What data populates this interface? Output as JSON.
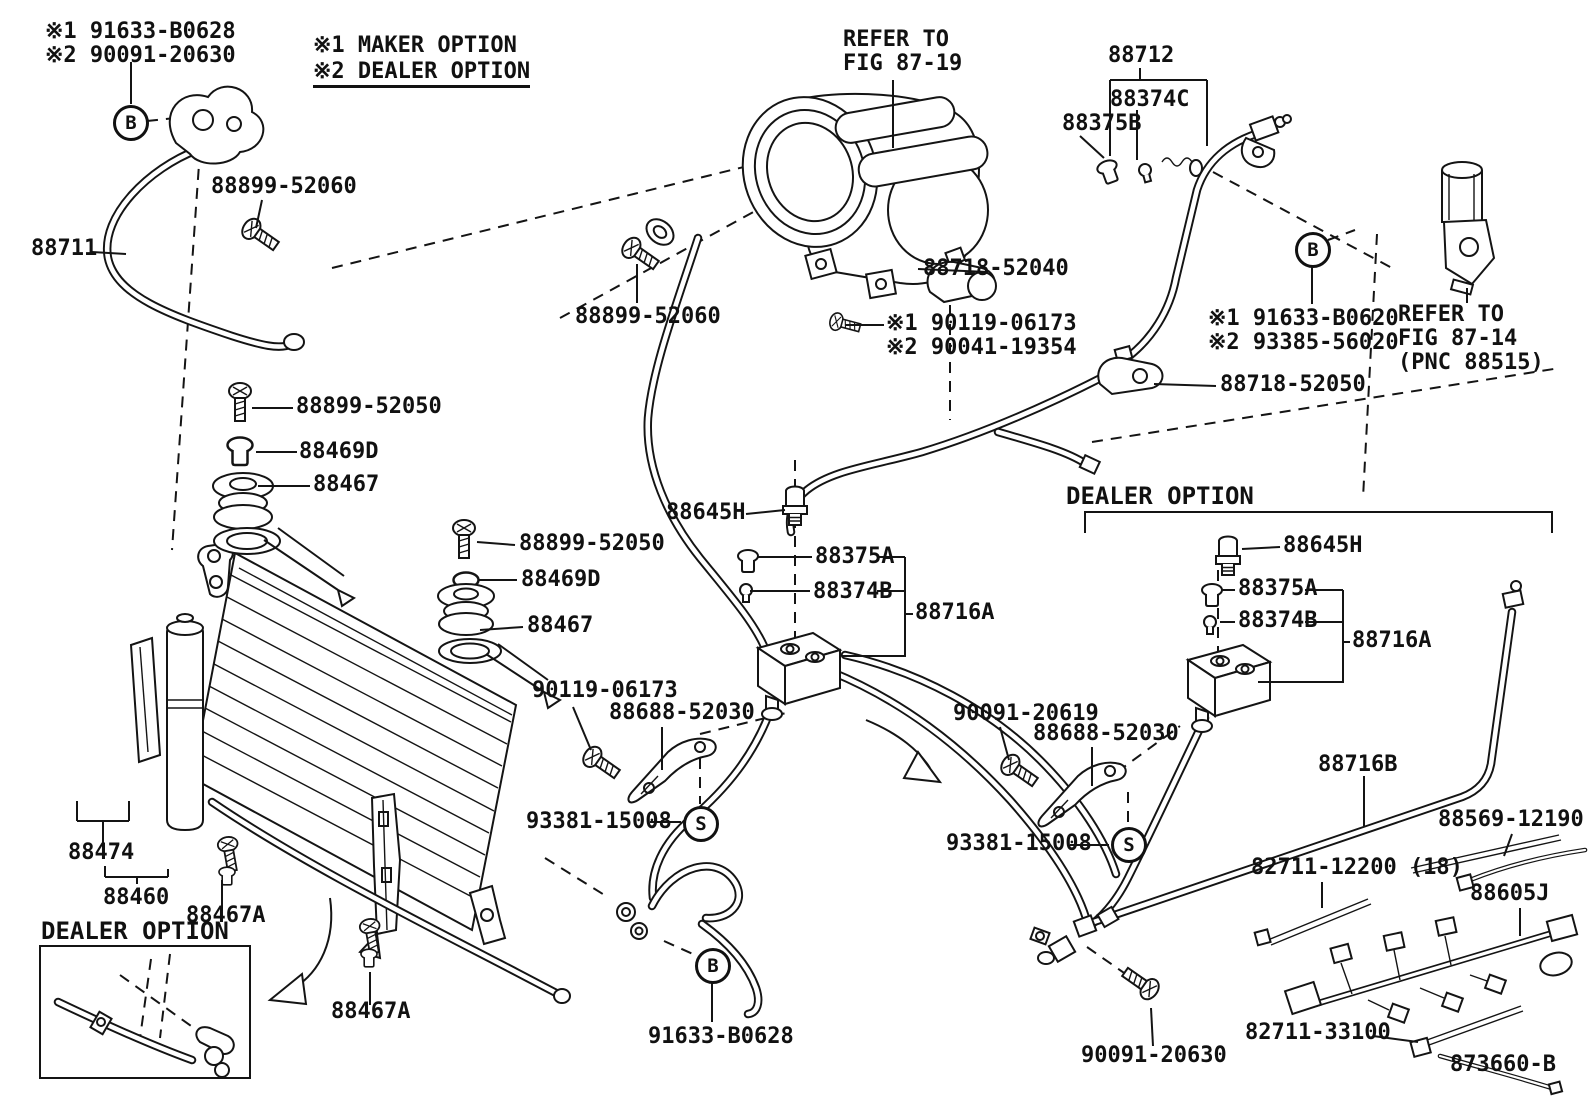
{
  "figure": {
    "symbols": {
      "b": "B",
      "s": "S"
    },
    "legend": {
      "maker": "※1 MAKER OPTION",
      "dealer": "※2 DEALER OPTION"
    },
    "labels": [
      {
        "text": "※1 91633-B0628"
      },
      {
        "text": "※2 90091-20630"
      },
      {
        "text": "※1 MAKER OPTION"
      },
      {
        "text": "※2 DEALER OPTION"
      },
      {
        "text": "REFER TO\nFIG 87-19"
      },
      {
        "text": "88712"
      },
      {
        "text": "88374C"
      },
      {
        "text": "88375B"
      },
      {
        "text": "88711"
      },
      {
        "text": "88899-52060"
      },
      {
        "text": "88899-52060"
      },
      {
        "text": "88718-52040"
      },
      {
        "text": "※1 90119-06173"
      },
      {
        "text": "※2 90041-19354"
      },
      {
        "text": "※1 91633-B0620"
      },
      {
        "text": "※2 93385-56020"
      },
      {
        "text": "REFER TO\nFIG 87-14\n(PNC 88515)"
      },
      {
        "text": "88718-52050"
      },
      {
        "text": "88899-52050"
      },
      {
        "text": "88469D"
      },
      {
        "text": "88467"
      },
      {
        "text": "88899-52050"
      },
      {
        "text": "88469D"
      },
      {
        "text": "88467"
      },
      {
        "text": "88645H"
      },
      {
        "text": "88375A"
      },
      {
        "text": "88374B"
      },
      {
        "text": "88716A"
      },
      {
        "text": "90119-06173"
      },
      {
        "text": "88688-52030"
      },
      {
        "text": "93381-15008"
      },
      {
        "text": "88474"
      },
      {
        "text": "88460"
      },
      {
        "text": "88467A"
      },
      {
        "text": "DEALER OPTION"
      },
      {
        "text": "88467A"
      },
      {
        "text": "91633-B0628"
      },
      {
        "text": "DEALER OPTION"
      },
      {
        "text": "88645H"
      },
      {
        "text": "88375A"
      },
      {
        "text": "88374B"
      },
      {
        "text": "88716A"
      },
      {
        "text": "90091-20619"
      },
      {
        "text": "88688-52030"
      },
      {
        "text": "93381-15008"
      },
      {
        "text": "88716B"
      },
      {
        "text": "88569-12190"
      },
      {
        "text": "82711-12200 (18)"
      },
      {
        "text": "88605J"
      },
      {
        "text": "82711-33100"
      },
      {
        "text": "873660-B"
      },
      {
        "text": "90091-20630"
      }
    ]
  }
}
